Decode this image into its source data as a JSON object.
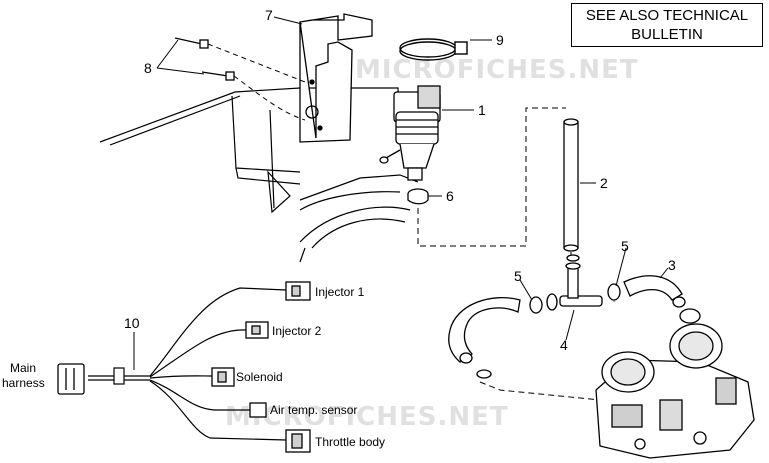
{
  "notice": {
    "line1": "SEE ALSO TECHNICAL",
    "line2": "BULLETIN"
  },
  "callouts": [
    "1",
    "2",
    "3",
    "4",
    "5",
    "5",
    "6",
    "7",
    "8",
    "9",
    "10"
  ],
  "harness": {
    "main_line1": "Main",
    "main_line2": "harness",
    "connectors": [
      "Injector 1",
      "Injector 2",
      "Solenoid",
      "Air temp. sensor",
      "Throttle body"
    ]
  },
  "watermark": "MICROFICHES.NET"
}
